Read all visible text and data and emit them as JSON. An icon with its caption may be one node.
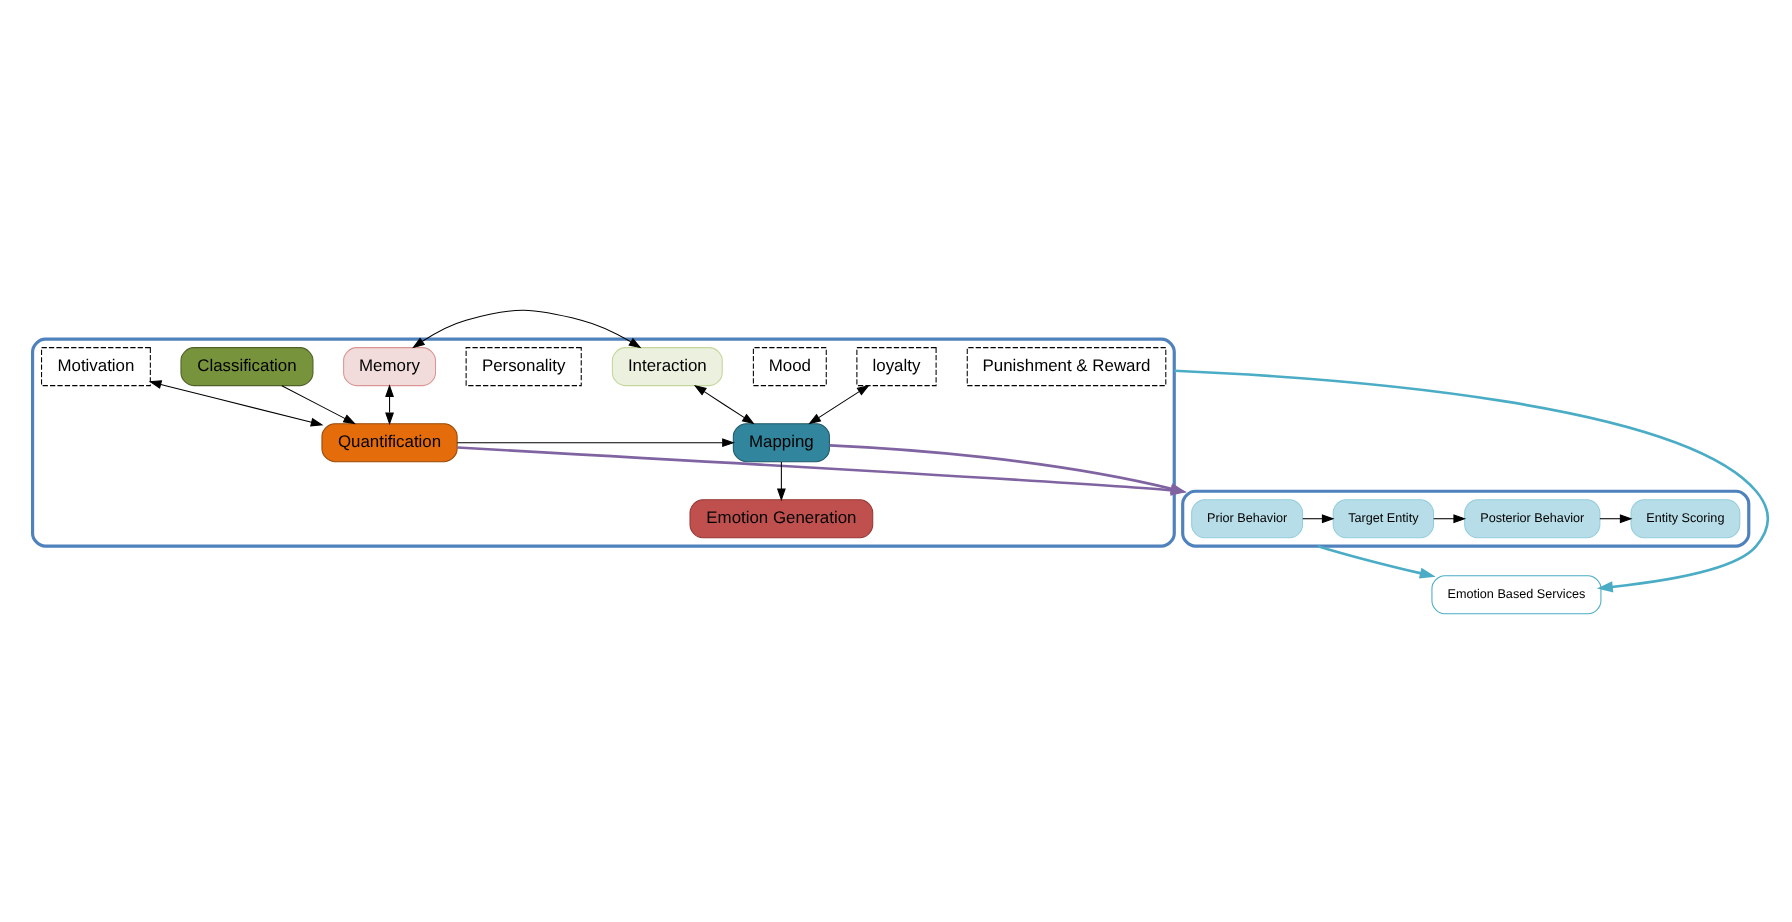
{
  "diagram": {
    "nodes": [
      {
        "text": [],
        "shape": "box"
      },
      {
        "text": [
          "Punishment & Reward"
        ],
        "in": 0
      },
      {
        "text": [
          "Motivation"
        ],
        "in": 0
      },
      {
        "text": [
          "Mood"
        ],
        "in": 0
      },
      {
        "text": [
          "loyalty"
        ],
        "in": 0
      },
      {
        "text": [
          "Personality"
        ],
        "in": 0
      },
      {
        "text": [
          "Memory"
        ],
        "in": 0
      },
      {
        "text": [
          "Interaction"
        ],
        "in": 0
      },
      {
        "text": [
          "Classification"
        ],
        "in": 0
      },
      {
        "text": [
          "Emotion Generation"
        ],
        "in": 0
      },
      {
        "text": [
          "Quantification"
        ],
        "in": 0
      },
      {
        "text": [
          "Mapping"
        ],
        "in": 0
      },
      {
        "text": [
          "Emotion Based Services"
        ]
      },
      {
        "text": [],
        "shape": "box"
      },
      {
        "text": [
          "Prior Behavior"
        ],
        "in": 13
      },
      {
        "text": [
          "Target Entity"
        ],
        "in": 13
      },
      {
        "text": [
          "Posterior Behavior"
        ],
        "in": 13
      },
      {
        "text": [
          "Entity Scoring"
        ],
        "in": 13
      }
    ],
    "edges": [
      {
        "from": 6,
        "to": 7,
        "arrow": "both"
      },
      {
        "from": 6,
        "to": 10,
        "arrow": "both"
      },
      {
        "from": 7,
        "to": 11,
        "arrow": "both"
      },
      {
        "from": 2,
        "to": 10,
        "arrow": "both"
      },
      {
        "from": 4,
        "to": 11,
        "arrow": "both"
      },
      {
        "from": 8,
        "to": 10,
        "arrow": "to"
      },
      {
        "from": 10,
        "to": 11,
        "arrow": "to"
      },
      {
        "from": 11,
        "to": 9,
        "arrow": "to"
      },
      {
        "from": 10,
        "to": 13,
        "arrow": "to",
        "color": "#8064a2"
      },
      {
        "from": 11,
        "to": 13,
        "arrow": "to",
        "color": "#8064a2"
      },
      {
        "from": 0,
        "to": 12,
        "arrow": "to",
        "color": "#4bacc6"
      },
      {
        "from": 13,
        "to": 12,
        "arrow": "to",
        "color": "#4bacc6"
      },
      {
        "from": 14,
        "to": 15,
        "arrow": "to"
      },
      {
        "from": 15,
        "to": 16,
        "arrow": "to"
      },
      {
        "from": 16,
        "to": 17,
        "arrow": "to"
      }
    ]
  }
}
